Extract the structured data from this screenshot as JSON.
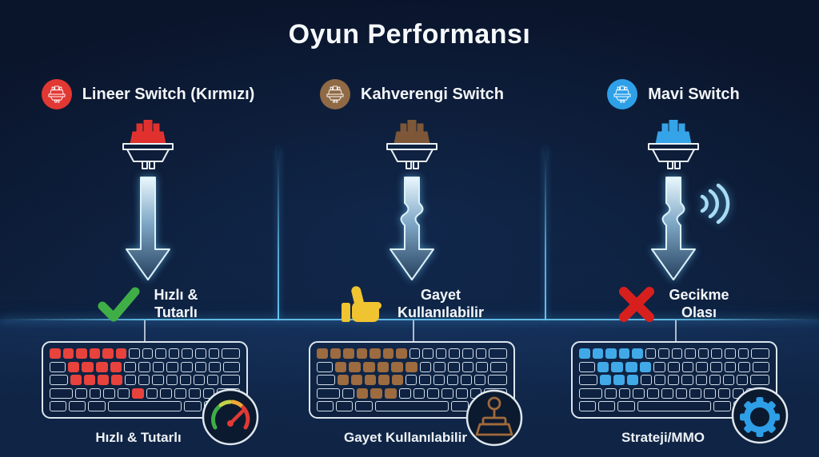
{
  "title": "Oyun Performansı",
  "colors": {
    "accent_cyan": "#3cb4ec",
    "background_navy": "#0b1830",
    "keyboard_outline": "#dde6ee"
  },
  "columns": [
    {
      "header": "Lineer Switch (Kırmızı)",
      "icon_bg": "#e23833",
      "switch_color": "#e0312e",
      "arrow_type": "straight-press",
      "verdict": {
        "icon": "check-icon",
        "line1": "Hızlı &",
        "line2": "Tutarlı"
      },
      "caption": "Hızlı & Tutarlı",
      "badge_icon": "speedometer-icon",
      "highlighted_keys": {
        "color": "#e8423c",
        "rows": [
          [
            0,
            1,
            2,
            3,
            4,
            5
          ],
          [
            1,
            2,
            3,
            4
          ],
          [
            1,
            2,
            3,
            4
          ],
          [
            5
          ],
          []
        ]
      }
    },
    {
      "header": "Kahverengi Switch",
      "icon_bg": "#8f6a45",
      "switch_color": "#7d5737",
      "arrow_type": "tactile-bump",
      "verdict": {
        "icon": "thumbs-up-icon",
        "line1": "Gayet",
        "line2": "Kullanılabilir"
      },
      "caption": "Gayet Kullanılabilir",
      "badge_icon": "joystick-icon",
      "highlighted_keys": {
        "color": "#9c6b3f",
        "rows": [
          [
            0,
            1,
            2,
            3,
            4,
            5,
            6
          ],
          [
            1,
            2,
            3,
            4,
            5,
            6
          ],
          [
            1,
            2,
            3,
            4,
            5
          ],
          [
            2,
            3,
            4
          ],
          []
        ]
      }
    },
    {
      "header": "Mavi Switch",
      "icon_bg": "#2da0e8",
      "switch_color": "#35a3e8",
      "arrow_type": "tactile-bump-click",
      "verdict": {
        "icon": "x-icon",
        "line1": "Gecikme",
        "line2": "Olası"
      },
      "caption": "Strateji/MMO",
      "badge_icon": "gear-icon",
      "highlighted_keys": {
        "color": "#41a9e8",
        "rows": [
          [
            0,
            1,
            2,
            3,
            4
          ],
          [
            1,
            2,
            3,
            4
          ],
          [
            1,
            2,
            3
          ],
          [],
          []
        ]
      }
    }
  ],
  "verdict_colors": {
    "check": "#3fae47",
    "thumb": "#f0c330",
    "x": "#d7201e"
  }
}
